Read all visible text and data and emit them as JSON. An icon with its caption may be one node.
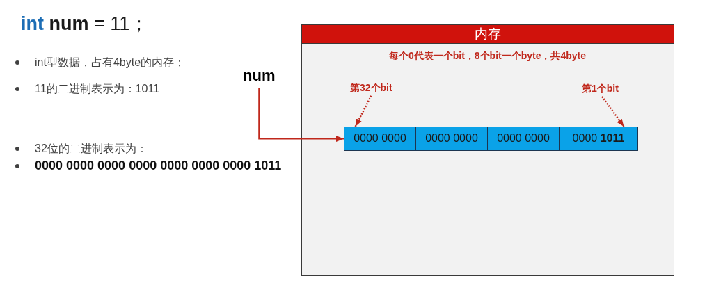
{
  "diagram": {
    "nodes": [
      {
        "text": [
          "num"
        ]
      },
      {
        "text": [
          "内存",
          "每个0代表一个bit，8个bit一个byte，共4byte"
        ]
      },
      {
        "text": [
          "第32个bit"
        ],
        "in": 1
      },
      {
        "text": [
          "第1个bit"
        ],
        "in": 1
      },
      {
        "text": [
          "0000 0000"
        ],
        "in": 1
      },
      {
        "text": [
          "0000 0000"
        ],
        "in": 1
      },
      {
        "text": [
          "0000 0000"
        ],
        "in": 1
      },
      {
        "text": [
          "0000 **1011**"
        ],
        "in": 1
      }
    ],
    "edges": [
      {
        "from": 0,
        "to": 4,
        "arrow": "to"
      },
      {
        "from": 2,
        "to": 4,
        "arrow": "to",
        "style": "dashed"
      },
      {
        "from": 3,
        "to": 7,
        "arrow": "to",
        "style": "dashed"
      }
    ],
    "labels": [
      "**int** **num** = 11；",
      "int型数据，占有4byte的内存；",
      "11的二进制表示为：1011",
      "32位的二进制表示为：",
      "0000 0000 0000 0000 0000 0000 0000 1011"
    ]
  }
}
